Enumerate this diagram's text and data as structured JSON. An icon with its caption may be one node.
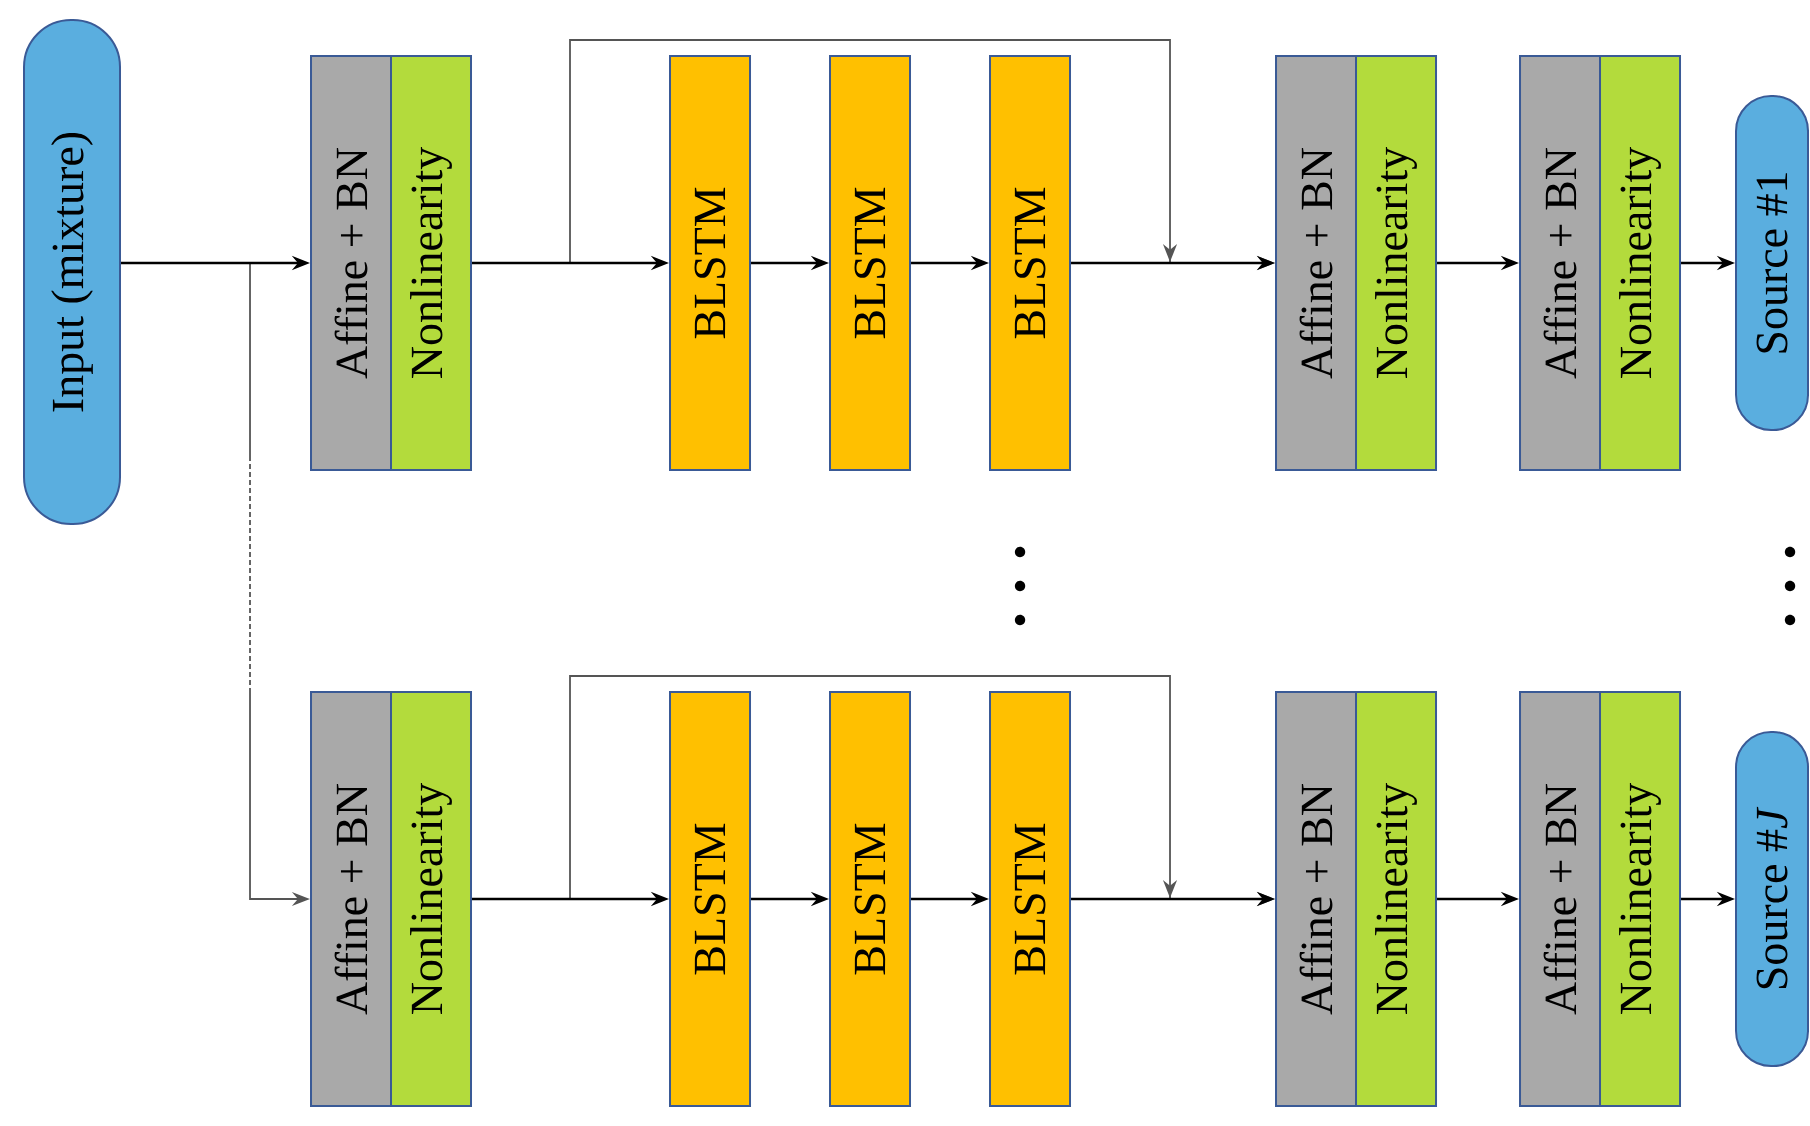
{
  "diagram": {
    "nodes": [
      {
        "text": [
          "Input (mixture)"
        ]
      },
      {
        "text": [
          "Affine + BN"
        ]
      },
      {
        "text": [
          "Nonlinearity"
        ]
      },
      {
        "text": [
          "BLSTM"
        ]
      },
      {
        "text": [
          "BLSTM"
        ]
      },
      {
        "text": [
          "BLSTM"
        ]
      },
      {
        "text": [
          "Affine + BN"
        ]
      },
      {
        "text": [
          "Nonlinearity"
        ]
      },
      {
        "text": [
          "Affine + BN"
        ]
      },
      {
        "text": [
          "Nonlinearity"
        ]
      },
      {
        "text": [
          "Source #1"
        ]
      },
      {
        "text": [
          "Affine + BN"
        ]
      },
      {
        "text": [
          "Nonlinearity"
        ]
      },
      {
        "text": [
          "BLSTM"
        ]
      },
      {
        "text": [
          "BLSTM"
        ]
      },
      {
        "text": [
          "BLSTM"
        ]
      },
      {
        "text": [
          "Affine + BN"
        ]
      },
      {
        "text": [
          "Nonlinearity"
        ]
      },
      {
        "text": [
          "Affine + BN"
        ]
      },
      {
        "text": [
          "Nonlinearity"
        ]
      },
      {
        "text": [
          "Source #*J*"
        ]
      }
    ],
    "edges": [
      {
        "from": 0,
        "to": 1,
        "arrow": "to"
      },
      {
        "from": 0,
        "to": 11,
        "arrow": "to",
        "style": "dashed",
        "color": "#555555"
      },
      {
        "from": 2,
        "to": 3,
        "arrow": "to"
      },
      {
        "from": 3,
        "to": 4,
        "arrow": "to"
      },
      {
        "from": 4,
        "to": 5,
        "arrow": "to"
      },
      {
        "from": 5,
        "to": 6,
        "arrow": "to"
      },
      {
        "from": 2,
        "to": 6,
        "arrow": "to",
        "color": "#555555"
      },
      {
        "from": 7,
        "to": 8,
        "arrow": "to"
      },
      {
        "from": 9,
        "to": 10,
        "arrow": "to"
      },
      {
        "from": 12,
        "to": 13,
        "arrow": "to"
      },
      {
        "from": 13,
        "to": 14,
        "arrow": "to"
      },
      {
        "from": 14,
        "to": 15,
        "arrow": "to"
      },
      {
        "from": 15,
        "to": 16,
        "arrow": "to"
      },
      {
        "from": 12,
        "to": 16,
        "arrow": "to",
        "color": "#555555"
      },
      {
        "from": 17,
        "to": 18,
        "arrow": "to"
      },
      {
        "from": 19,
        "to": 20,
        "arrow": "to"
      }
    ]
  }
}
